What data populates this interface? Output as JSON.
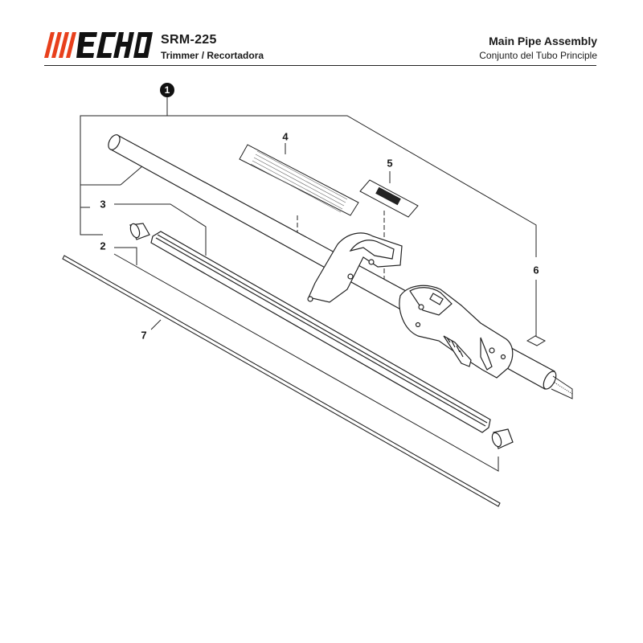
{
  "header": {
    "brand": "ECHO",
    "model": "SRM-225",
    "model_subtitle": "Trimmer / Recortadora",
    "assembly_title": "Main Pipe Assembly",
    "assembly_subtitle": "Conjunto del Tubo Principle"
  },
  "callouts": {
    "assembly": "1",
    "c2": "2",
    "c3": "3",
    "c4": "4",
    "c5": "5",
    "c6": "6",
    "c7": "7"
  },
  "colors": {
    "brand_red": "#e8401c",
    "line": "#222222"
  }
}
